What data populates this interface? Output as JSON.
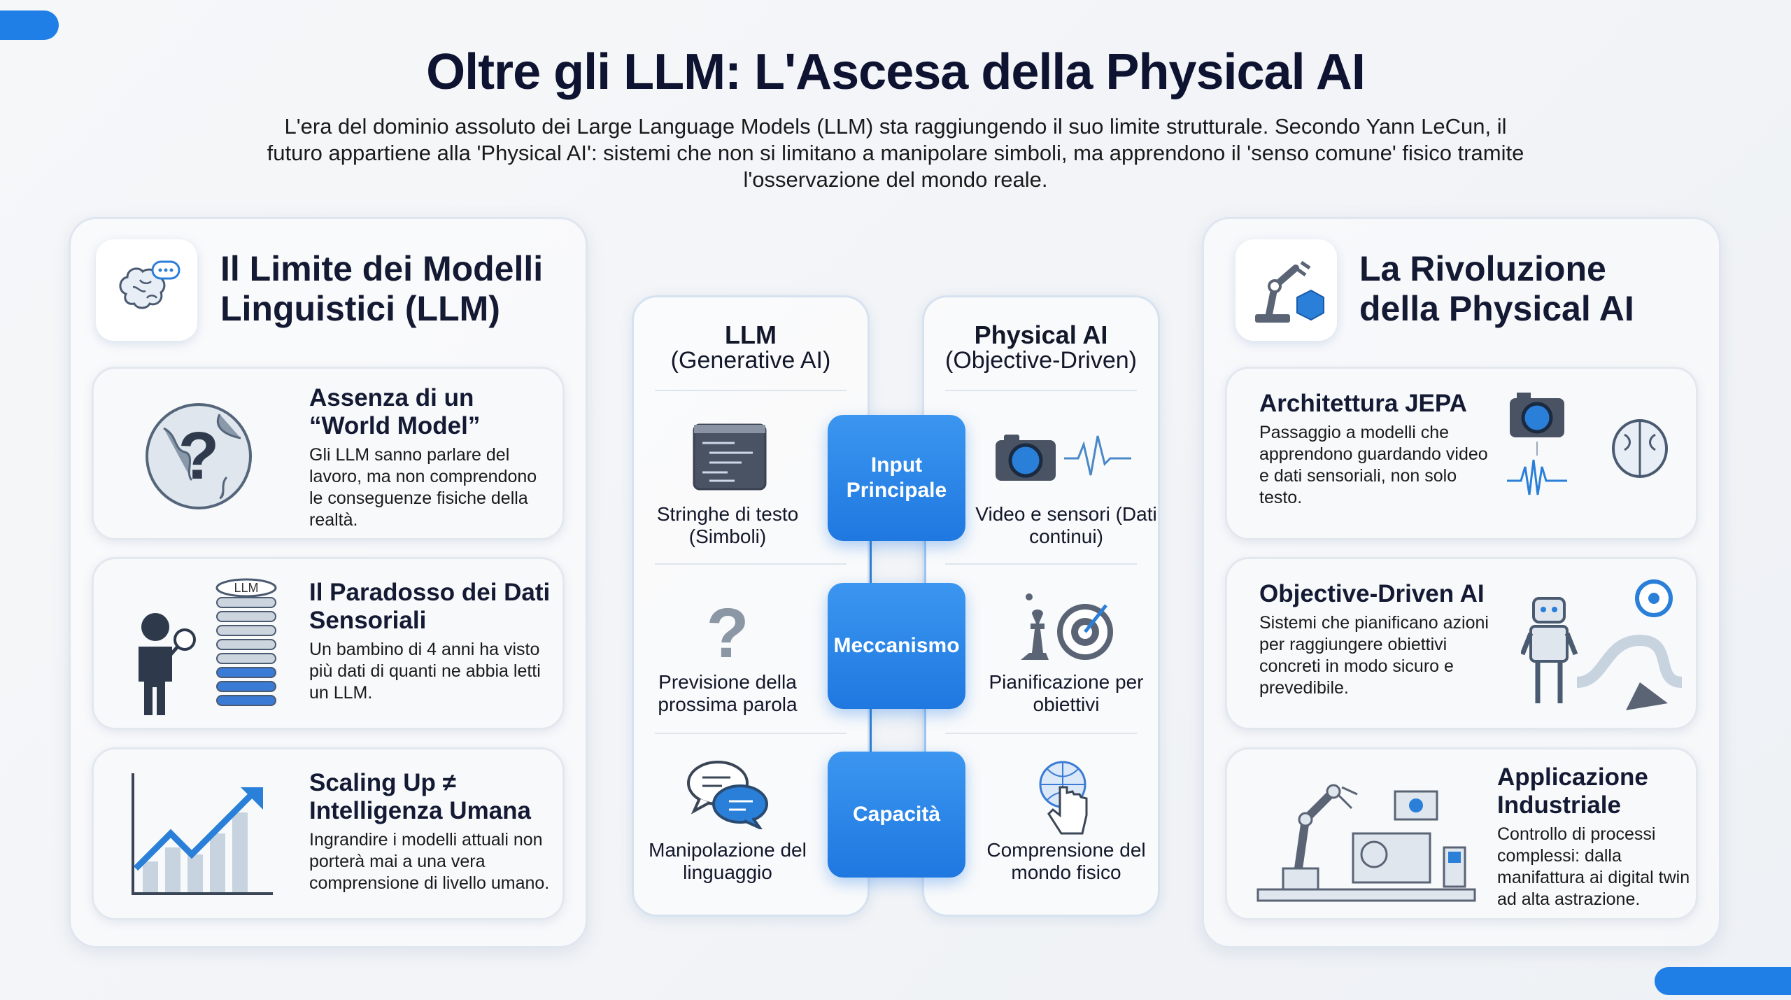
{
  "title": "Oltre gli LLM: L'Ascesa della Physical AI",
  "subtitle": "L'era del dominio assoluto dei Large Language Models (LLM) sta raggiungendo il suo limite strutturale. Secondo Yann LeCun, il futuro appartiene alla 'Physical AI': sistemi che non si limitano a manipolare simboli, ma apprendono il 'senso comune' fisico tramite l'osservazione del mondo reale.",
  "left": {
    "title": "Il Limite dei Modelli Linguistici (LLM)",
    "cards": [
      {
        "title": "Assenza di un “World Model”",
        "desc": "Gli LLM sanno parlare del lavoro, ma non comprendono le conseguenze fisiche della realtà.",
        "icon": "globe-question-icon"
      },
      {
        "title": "Il Paradosso dei Dati Sensoriali",
        "desc": "Un bambino di 4 anni ha visto più dati di quanti ne abbia letti un LLM.",
        "icon": "child-database-icon",
        "icon_label": "LLM"
      },
      {
        "title": "Scaling Up ≠ Intelligenza Umana",
        "desc": "Ingrandire i modelli attuali non porterà mai a una vera comprensione di livello umano.",
        "icon": "growth-chart-icon"
      }
    ]
  },
  "compare": {
    "llm": {
      "title": "LLM",
      "subtitle": "(Generative AI)",
      "rows": [
        "Stringhe di testo (Simboli)",
        "Previsione della prossima parola",
        "Manipolazione del linguaggio"
      ]
    },
    "physical": {
      "title": "Physical AI",
      "subtitle": "(Objective-Driven)",
      "rows": [
        "Video e sensori (Dati continui)",
        "Pianificazione per obiettivi",
        "Comprensione del mondo fisico"
      ]
    },
    "criteria": [
      "Input Principale",
      "Meccanismo",
      "Capacità"
    ]
  },
  "right": {
    "title": "La Rivoluzione della Physical AI",
    "cards": [
      {
        "title": "Architettura JEPA",
        "desc": "Passaggio a modelli che apprendono guardando video e dati sensoriali, non solo testo.",
        "icon": "camera-brain-icon"
      },
      {
        "title": "Objective-Driven AI",
        "desc": "Sistemi che pianificano azioni per raggiungere obiettivi concreti in modo sicuro e prevedibile.",
        "icon": "robot-target-icon"
      },
      {
        "title": "Applicazione Industriale",
        "desc": "Controllo di processi complessi: dalla manifattura ai digital twin ad alta astrazione.",
        "icon": "industrial-robot-icon"
      }
    ]
  },
  "colors": {
    "accent": "#1f7fe6",
    "text": "#12172a"
  }
}
